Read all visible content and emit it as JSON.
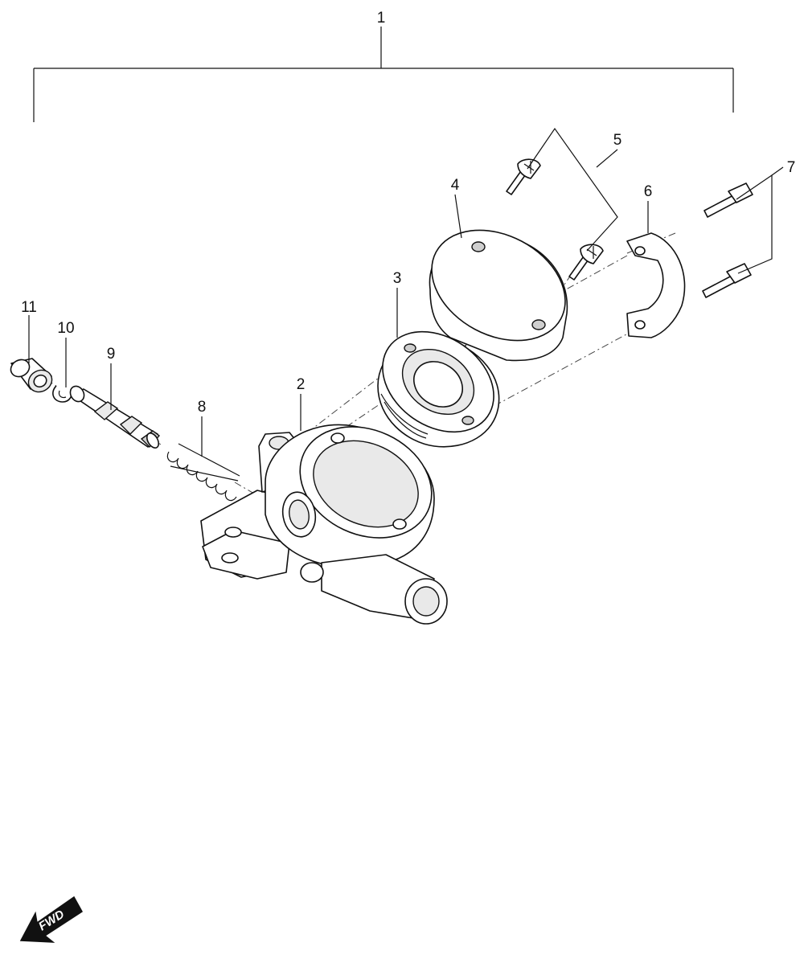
{
  "diagram": {
    "callouts": [
      {
        "id": "1",
        "label": "1"
      },
      {
        "id": "2",
        "label": "2"
      },
      {
        "id": "3",
        "label": "3"
      },
      {
        "id": "4",
        "label": "4"
      },
      {
        "id": "5",
        "label": "5"
      },
      {
        "id": "6",
        "label": "6"
      },
      {
        "id": "7",
        "label": "7"
      },
      {
        "id": "8",
        "label": "8"
      },
      {
        "id": "9",
        "label": "9"
      },
      {
        "id": "10",
        "label": "10"
      },
      {
        "id": "11",
        "label": "11"
      }
    ],
    "fwd_label": "FWD",
    "colors": {
      "line": "#111111",
      "fill": "#ffffff",
      "shade": "#e9e9e9",
      "arrow": "#111111"
    }
  }
}
